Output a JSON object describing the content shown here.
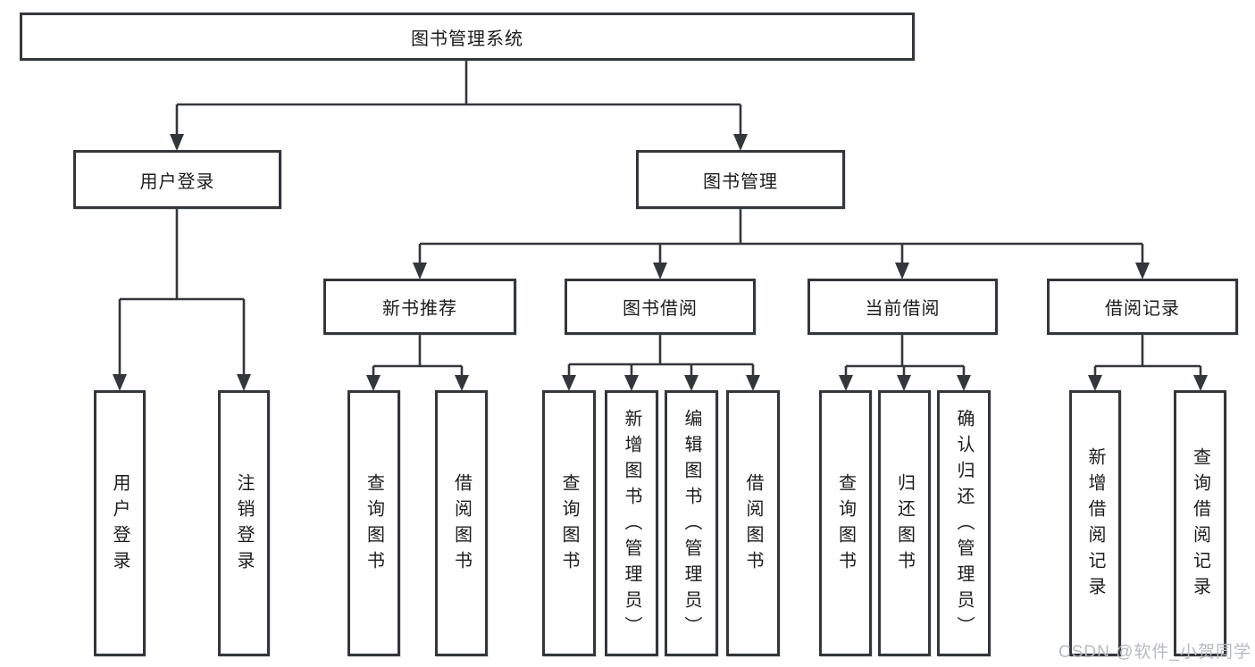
{
  "diagram": {
    "type": "tree",
    "root": "图书管理系统",
    "level2": [
      "用户登录",
      "图书管理"
    ],
    "level3": [
      "新书推荐",
      "图书借阅",
      "当前借阅",
      "借阅记录"
    ],
    "leaves_user": [
      "用户登录",
      "注销登录"
    ],
    "leaves_newbook": [
      "查询图书",
      "借阅图书"
    ],
    "leaves_borrow": [
      "查询图书",
      "新增图书（管理员）",
      "编辑图书（管理员）",
      "借阅图书"
    ],
    "leaves_current": [
      "查询图书",
      "归还图书",
      "确认归还（管理员）"
    ],
    "leaves_record": [
      "新增借阅记录",
      "查询借阅记录"
    ],
    "edges": [
      "图书管理系统→用户登录",
      "图书管理系统→图书管理",
      "用户登录→用户登录",
      "用户登录→注销登录",
      "图书管理→新书推荐",
      "图书管理→图书借阅",
      "图书管理→当前借阅",
      "图书管理→借阅记录",
      "新书推荐→查询图书",
      "新书推荐→借阅图书",
      "图书借阅→查询图书",
      "图书借阅→新增图书（管理员）",
      "图书借阅→编辑图书（管理员）",
      "图书借阅→借阅图书",
      "当前借阅→查询图书",
      "当前借阅→归还图书",
      "当前借阅→确认归还（管理员）",
      "借阅记录→新增借阅记录",
      "借阅记录→查询借阅记录"
    ]
  },
  "watermark": "CSDN @软件_小贺同学",
  "colors": {
    "line": "#33363b",
    "box_border": "#33363b",
    "text": "#1c1c1c",
    "background": "#ffffff",
    "watermark": "#b6bac1"
  }
}
